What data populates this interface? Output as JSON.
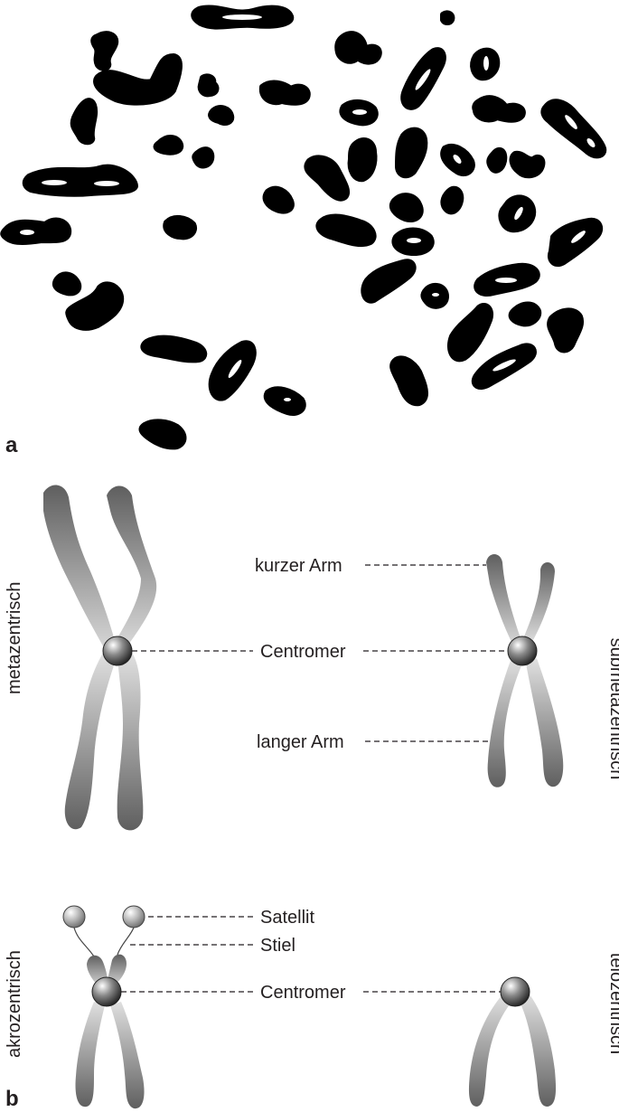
{
  "panel_a": {
    "label": "a"
  },
  "panel_b": {
    "label": "b",
    "types": {
      "metazentrisch": "metazentrisch",
      "submetazentrisch": "submetazentrisch",
      "akrozentrisch": "akrozentrisch",
      "telozentrisch": "telozentrisch"
    },
    "labels": {
      "kurzer_arm": "kurzer Arm",
      "centromer_1": "Centromer",
      "langer_arm": "langer Arm",
      "satellit": "Satellit",
      "stiel": "Stiel",
      "centromer_2": "Centromer"
    }
  },
  "colors": {
    "text": "#231f20",
    "chromosome_dark": "#000000",
    "chromatid_gray": "#6d6d6d"
  }
}
